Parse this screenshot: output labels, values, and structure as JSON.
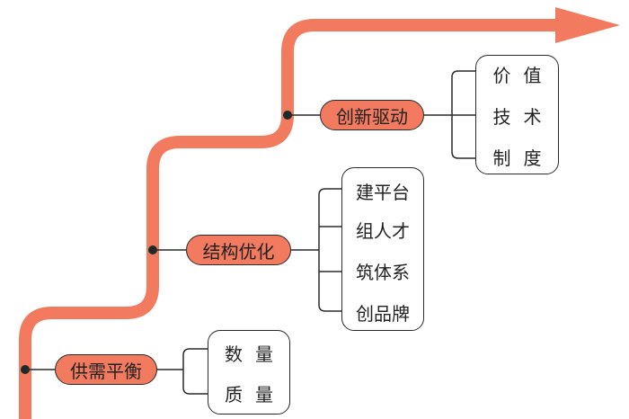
{
  "colors": {
    "path": "#f27a5e",
    "pill_fill": "#f27a5e",
    "line": "#2a2a2a",
    "text": "#222222",
    "background": "#ffffff"
  },
  "stages": [
    {
      "label": "供需平衡",
      "items": [
        "数量",
        "质量"
      ]
    },
    {
      "label": "结构优化",
      "items": [
        "建平台",
        "组人才",
        "筑体系",
        "创品牌"
      ]
    },
    {
      "label": "创新驱动",
      "items": [
        "价值",
        "技术",
        "制度"
      ]
    }
  ],
  "arrow_icon": "right-arrow-icon"
}
